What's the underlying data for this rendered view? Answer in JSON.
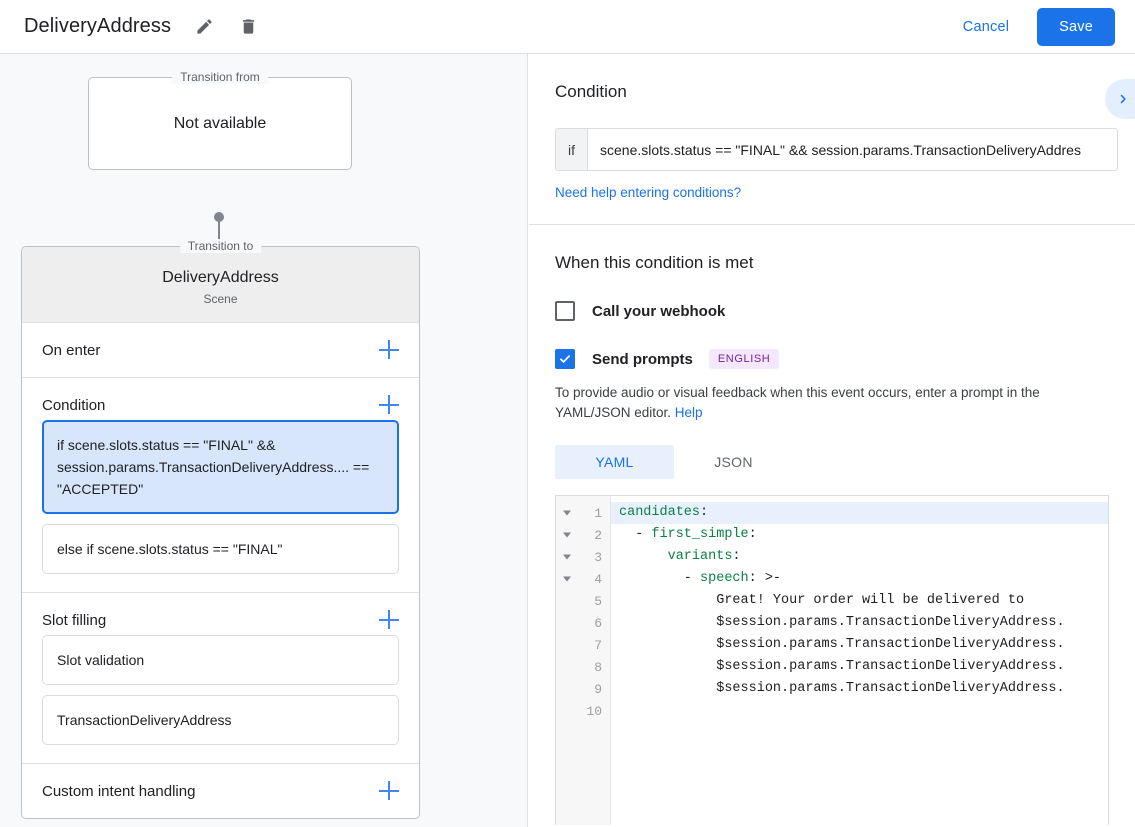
{
  "header": {
    "title": "DeliveryAddress",
    "edit_icon": "pencil-icon",
    "delete_icon": "trash-icon",
    "cancel_label": "Cancel",
    "save_label": "Save"
  },
  "left_panel": {
    "transition_from": {
      "legend": "Transition from",
      "value": "Not available"
    },
    "transition_to": {
      "legend": "Transition to",
      "name": "DeliveryAddress",
      "subtitle": "Scene"
    },
    "sections": [
      {
        "title": "On enter",
        "add_label": "+",
        "items": []
      },
      {
        "title": "Condition",
        "add_label": "+",
        "items": [
          {
            "text": "if scene.slots.status == \"FINAL\" && session.params.TransactionDeliveryAddress.... == \"ACCEPTED\"",
            "selected": true
          },
          {
            "text": "else if scene.slots.status == \"FINAL\"",
            "selected": false
          }
        ]
      },
      {
        "title": "Slot filling",
        "add_label": "+",
        "items": [
          {
            "text": "Slot validation",
            "selected": false
          },
          {
            "text": "TransactionDeliveryAddress",
            "selected": false
          }
        ]
      },
      {
        "title": "Custom intent handling",
        "add_label": "+",
        "items": []
      }
    ]
  },
  "right_panel": {
    "condition": {
      "title": "Condition",
      "if_label": "if",
      "value": "scene.slots.status == \"FINAL\" && session.params.TransactionDeliveryAddres",
      "help_link": "Need help entering conditions?",
      "next_icon": "chevron-right-icon"
    },
    "when_met": {
      "title": "When this condition is met",
      "webhook": {
        "label": "Call your webhook",
        "checked": false
      },
      "send_prompts": {
        "label": "Send prompts",
        "checked": true,
        "badge": "ENGLISH"
      },
      "hint_prefix": "To provide audio or visual feedback when this event occurs, enter a prompt in the YAML/JSON editor. ",
      "hint_link": "Help"
    },
    "editor": {
      "tabs": [
        {
          "label": "YAML",
          "active": true
        },
        {
          "label": "JSON",
          "active": false
        }
      ],
      "lines": [
        {
          "num": "1",
          "fold": true,
          "highlight": true,
          "key": "candidates",
          "indent": "",
          "after": ":"
        },
        {
          "num": "2",
          "fold": true,
          "highlight": false,
          "key": "first_simple",
          "indent": "  - ",
          "after": ":"
        },
        {
          "num": "3",
          "fold": true,
          "highlight": false,
          "key": "variants",
          "indent": "      ",
          "after": ":"
        },
        {
          "num": "4",
          "fold": true,
          "highlight": false,
          "key": "speech",
          "indent": "        - ",
          "after": ": >-"
        },
        {
          "num": "5",
          "fold": false,
          "highlight": false,
          "key": "",
          "indent": "            Great! Your order will be delivered to",
          "after": ""
        },
        {
          "num": "6",
          "fold": false,
          "highlight": false,
          "key": "",
          "indent": "            $session.params.TransactionDeliveryAddress.",
          "after": ""
        },
        {
          "num": "7",
          "fold": false,
          "highlight": false,
          "key": "",
          "indent": "            $session.params.TransactionDeliveryAddress.",
          "after": ""
        },
        {
          "num": "8",
          "fold": false,
          "highlight": false,
          "key": "",
          "indent": "            $session.params.TransactionDeliveryAddress.",
          "after": ""
        },
        {
          "num": "9",
          "fold": false,
          "highlight": false,
          "key": "",
          "indent": "            $session.params.TransactionDeliveryAddress.",
          "after": ""
        },
        {
          "num": "10",
          "fold": false,
          "highlight": false,
          "key": "",
          "indent": "",
          "after": ""
        }
      ]
    }
  },
  "colors": {
    "accent": "#1a73e8",
    "selected_bg": "#d7e6fb",
    "badge_bg": "#f3e8fd",
    "badge_fg": "#7b1fa2",
    "panel_bg": "#f8f9fa",
    "code_key": "#0b8043"
  }
}
